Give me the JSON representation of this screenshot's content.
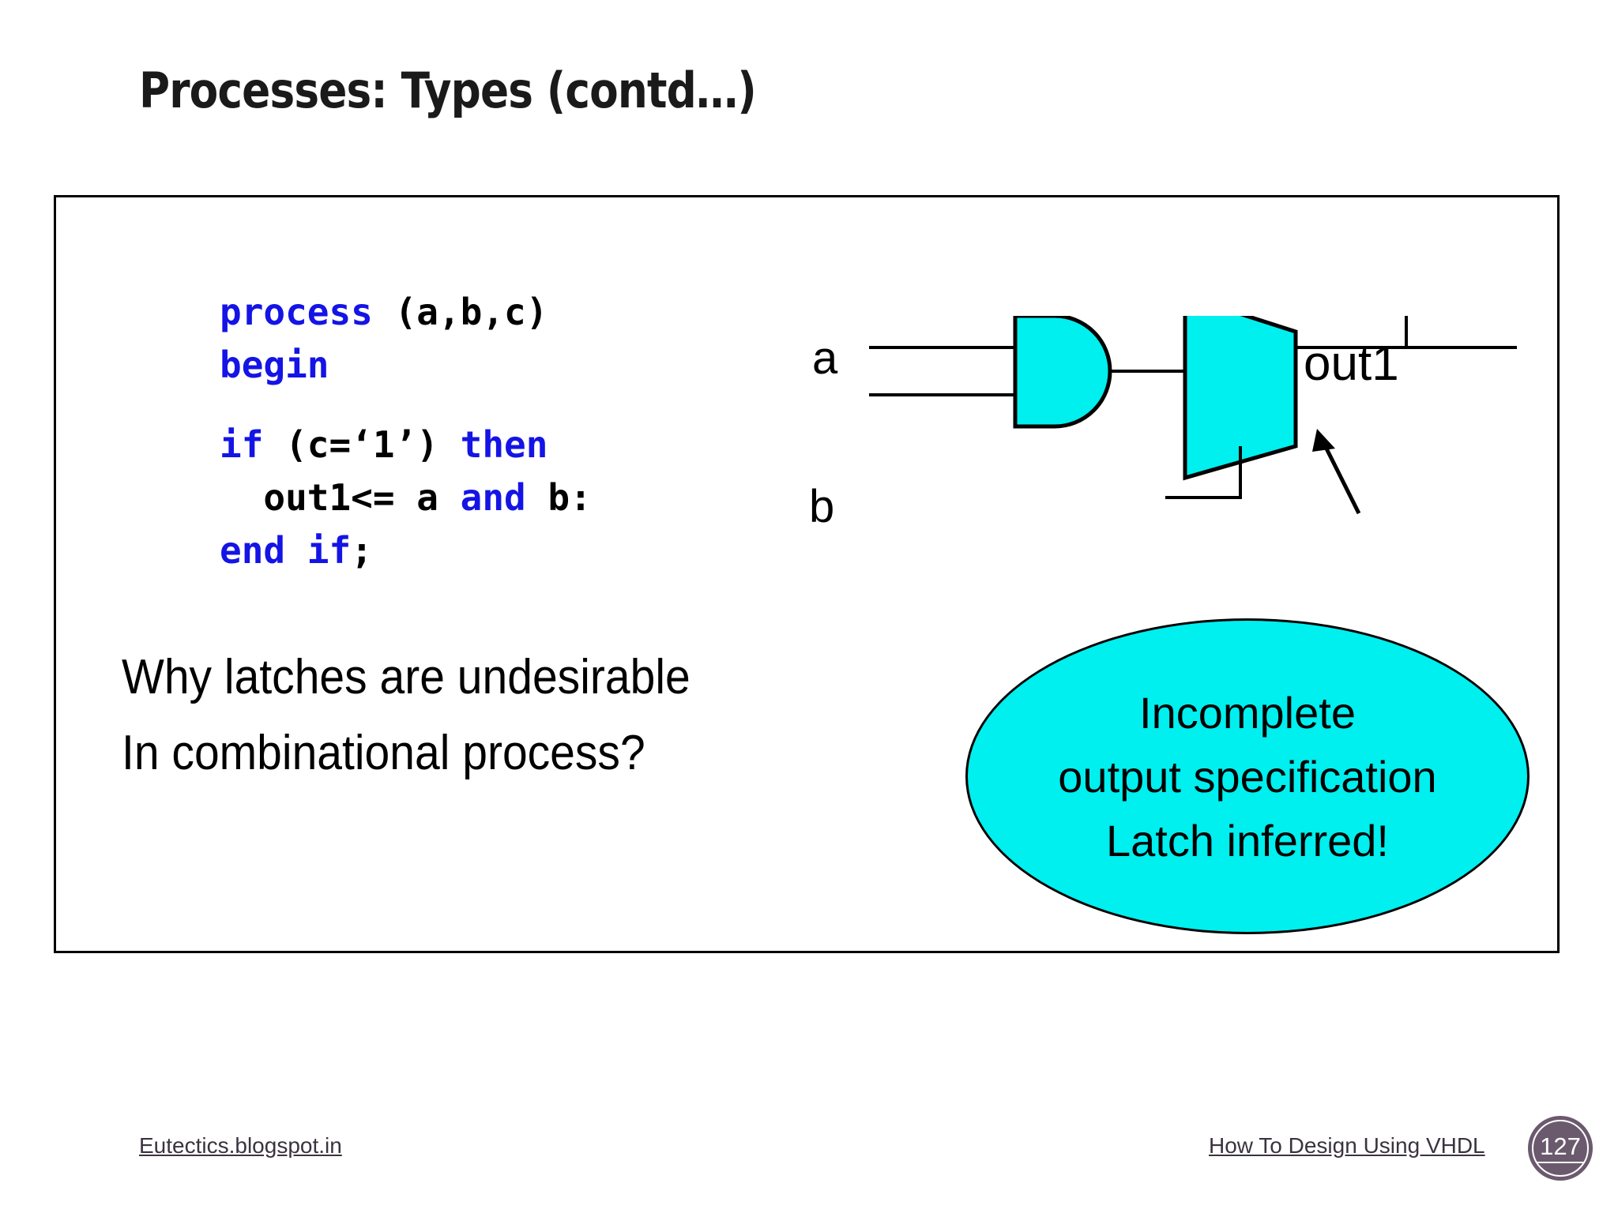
{
  "slide": {
    "title": "Processes: Types (contd…)"
  },
  "code": {
    "lines": [
      [
        {
          "t": "process",
          "kw": true
        },
        {
          "t": " (a,b,c)",
          "kw": false
        }
      ],
      [
        {
          "t": "begin",
          "kw": true
        }
      ],
      [
        {
          "t": "",
          "kw": false
        }
      ],
      [
        {
          "t": "if",
          "kw": true
        },
        {
          "t": " (c=‘1’) ",
          "kw": false
        },
        {
          "t": "then",
          "kw": true
        }
      ],
      [
        {
          "t": "  out1<= a ",
          "kw": false
        },
        {
          "t": "and",
          "kw": true
        },
        {
          "t": " b:",
          "kw": false
        }
      ],
      [
        {
          "t": "end if",
          "kw": true
        },
        {
          "t": ";",
          "kw": false
        }
      ]
    ],
    "keyword_color": "#1414e6",
    "text_color": "#000000"
  },
  "question": {
    "line1": "Why latches are undesirable",
    "line2": "In combinational process?"
  },
  "diagram": {
    "input_a_label": "a",
    "input_b_label": "b",
    "output_label": "out1",
    "gate_fill": "#00efef",
    "line_color": "#000000"
  },
  "callout": {
    "line1": "Incomplete",
    "line2": "output specification",
    "line3": "Latch inferred!",
    "fill": "#00efef",
    "border": "#000000"
  },
  "footer": {
    "left_link": "Eutectics.blogspot.in",
    "right_link": "How To Design Using VHDL",
    "page_number": "127",
    "badge_color": "#6b5a6e"
  }
}
